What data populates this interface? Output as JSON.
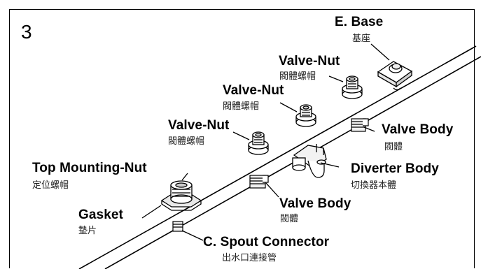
{
  "step_number": "3",
  "labels": {
    "base_en": "E. Base",
    "base_zh": "基座",
    "valve_nut_1_en": "Valve-Nut",
    "valve_nut_1_zh": "閥體螺帽",
    "valve_nut_2_en": "Valve-Nut",
    "valve_nut_2_zh": "閥體螺帽",
    "valve_nut_3_en": "Valve-Nut",
    "valve_nut_3_zh": "閥體螺帽",
    "valve_body_right_en": "Valve Body",
    "valve_body_right_zh": "閥體",
    "top_mounting_nut_en": "Top Mounting-Nut",
    "top_mounting_nut_zh": "定位螺帽",
    "diverter_body_en": "Diverter Body",
    "diverter_body_zh": "切換器本體",
    "gasket_en": "Gasket",
    "gasket_zh": "墊片",
    "valve_body_lower_en": "Valve Body",
    "valve_body_lower_zh": "閥體",
    "spout_connector_en": "C. Spout Connector",
    "spout_connector_zh": "出水口連接管"
  },
  "colors": {
    "line": "#000000",
    "fill": "#ffffff",
    "shade": "#dddddd"
  }
}
